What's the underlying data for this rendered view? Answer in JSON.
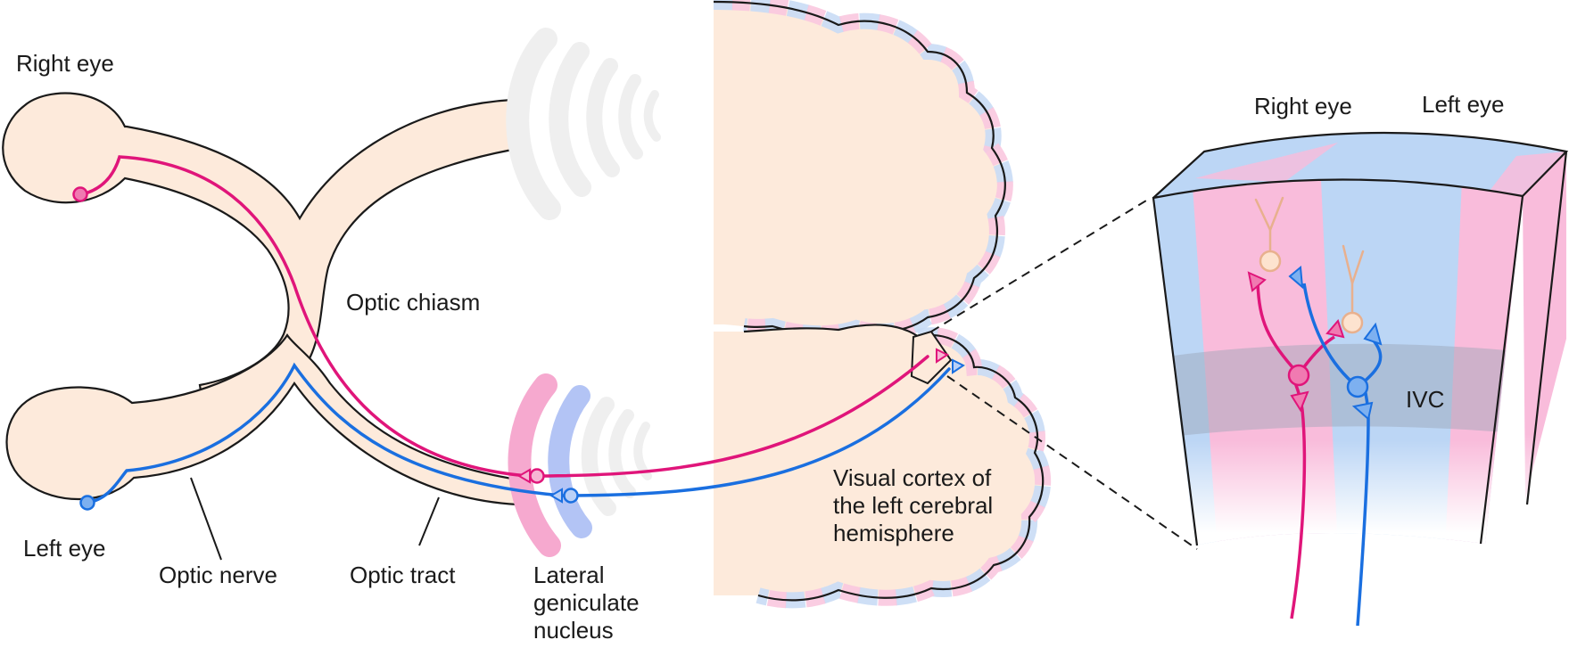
{
  "labels": {
    "right_eye": "Right eye",
    "left_eye": "Left eye",
    "optic_chiasm": "Optic chiasm",
    "optic_nerve": "Optic nerve",
    "optic_tract": "Optic tract",
    "lgn_line1": "Lateral",
    "lgn_line2": "geniculate",
    "lgn_line3": "nucleus",
    "cortex_line1": "Visual cortex of",
    "cortex_line2": "the left cerebral",
    "cortex_line3": "hemisphere",
    "inset_right_eye": "Right eye",
    "inset_left_eye": "Left eye",
    "layer_ivc": "IVC"
  },
  "colors": {
    "tissue": "#fdeadb",
    "right_eye_pathway": "#e0157a",
    "left_eye_pathway": "#1a6fe0",
    "right_eye_column": "#f9bcdb",
    "left_eye_column": "#bcd6f5",
    "outline": "#1a1a1a"
  }
}
